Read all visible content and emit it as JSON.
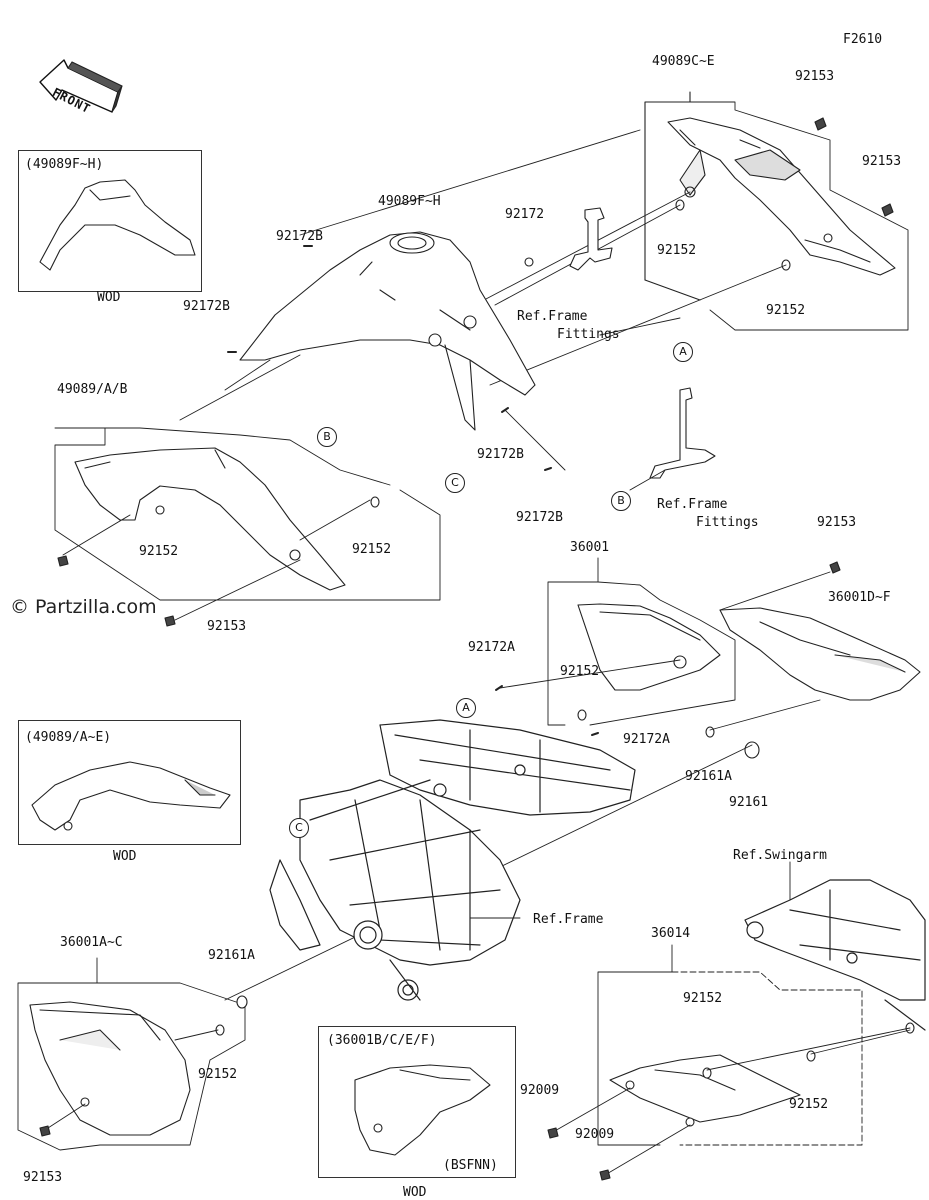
{
  "figure_id": "F2610",
  "front_arrow": "FRONT",
  "watermark": "© Partzilla.com",
  "insets": [
    {
      "header": "(49089F~H)",
      "footer": "WOD"
    },
    {
      "header": "(49089/A~E)",
      "footer": "WOD"
    },
    {
      "header": "(36001B/C/E/F)",
      "tag": "(BSFNN)",
      "footer": "WOD"
    }
  ],
  "callouts": [
    "A",
    "B",
    "C",
    "B",
    "C",
    "A"
  ],
  "labels": {
    "p49089ce": "49089C~E",
    "p92153_top1": "92153",
    "p92153_top2": "92153",
    "p49089fh": "49089F~H",
    "p92172": "92172",
    "p92172b_1": "92172B",
    "p92152_a": "92152",
    "p92152_b": "92152",
    "ref_frame_fittings_1a": "Ref.Frame",
    "ref_frame_fittings_1b": "Fittings",
    "p92172b_2": "92172B",
    "p49089ab": "49089/A/B",
    "p92172b_3": "92172B",
    "p92172b_4": "92172B",
    "ref_frame_fittings_2a": "Ref.Frame",
    "ref_frame_fittings_2b": "Fittings",
    "p92152_c": "92152",
    "p92152_d": "92152",
    "p92153_mid": "92153",
    "p92153_left": "92153",
    "p36001": "36001",
    "p36001df": "36001D~F",
    "p92172a_1": "92172A",
    "p92152_e": "92152",
    "p92172a_2": "92172A",
    "p92161a_1": "92161A",
    "p92161": "92161",
    "ref_swingarm": "Ref.Swingarm",
    "ref_frame": "Ref.Frame",
    "p36014": "36014",
    "p36001ac": "36001A~C",
    "p92161a_2": "92161A",
    "p92152_f": "92152",
    "p92152_g": "92152",
    "p92152_h": "92152",
    "p92009_1": "92009",
    "p92009_2": "92009",
    "p92153_bottom": "92153"
  }
}
